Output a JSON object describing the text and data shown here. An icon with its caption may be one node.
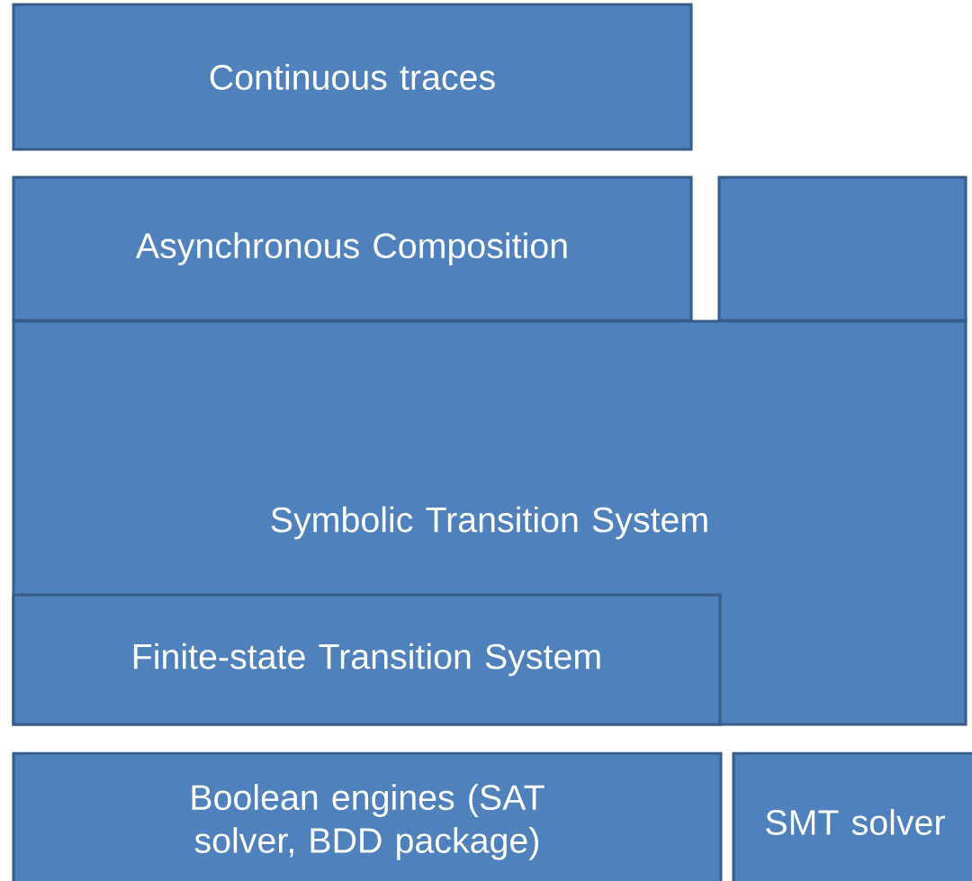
{
  "diagram": {
    "nodes": [
      {
        "text": [
          "Continuous traces"
        ]
      },
      {
        "text": [
          "Asynchronous Composition"
        ]
      },
      {
        "text": [],
        "shape": "box"
      },
      {
        "text": [
          "Symbolic Transition System"
        ]
      },
      {
        "text": [
          "Finite-state Transition System"
        ],
        "in": 3
      },
      {
        "text": [
          "Boolean engines (SAT solver, BDD package)"
        ]
      },
      {
        "text": [
          "SMT solver"
        ]
      }
    ]
  }
}
